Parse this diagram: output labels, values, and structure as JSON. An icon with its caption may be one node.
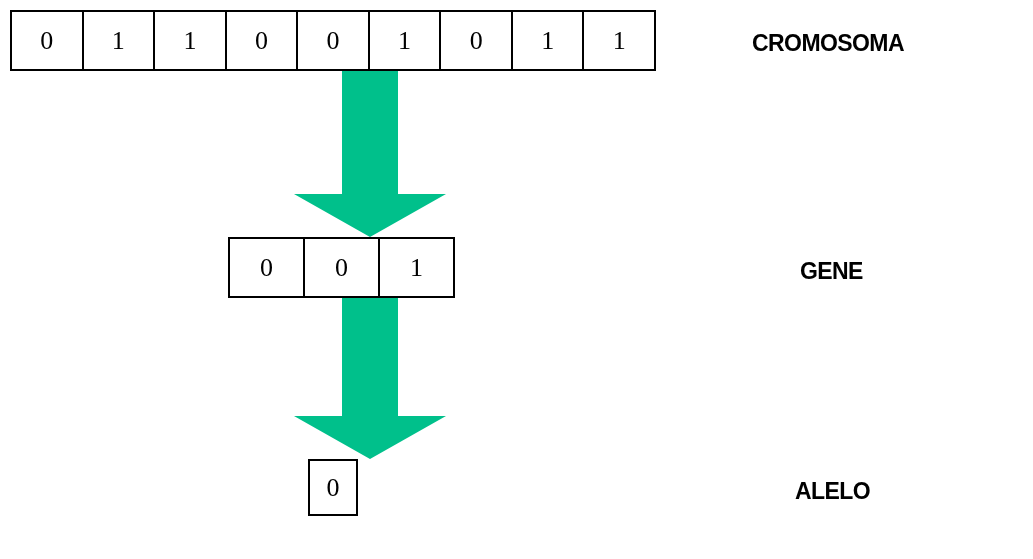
{
  "diagram": {
    "nodes": [
      {
        "text": [],
        "shape": "box"
      },
      {
        "text": [
          "0"
        ],
        "in": 0
      },
      {
        "text": [
          "1"
        ],
        "in": 0
      },
      {
        "text": [
          "1"
        ],
        "in": 0
      },
      {
        "text": [
          "0"
        ],
        "in": 0
      },
      {
        "text": [
          "0"
        ],
        "in": 0
      },
      {
        "text": [
          "1"
        ],
        "in": 0
      },
      {
        "text": [
          "0"
        ],
        "in": 0
      },
      {
        "text": [
          "1"
        ],
        "in": 0
      },
      {
        "text": [
          "1"
        ],
        "in": 0
      },
      {
        "text": [],
        "shape": "box"
      },
      {
        "text": [
          "0"
        ],
        "in": 10
      },
      {
        "text": [
          "0"
        ],
        "in": 10
      },
      {
        "text": [
          "1"
        ],
        "in": 10
      },
      {
        "text": [
          "0"
        ]
      }
    ],
    "edges": [
      {
        "from": 0,
        "to": 10,
        "arrow": "to",
        "color": "#00c08b"
      },
      {
        "from": 10,
        "to": 14,
        "arrow": "to",
        "color": "#00c08b"
      }
    ],
    "labels": [
      "CROMOSOMA",
      "GENE",
      "ALELO"
    ]
  }
}
